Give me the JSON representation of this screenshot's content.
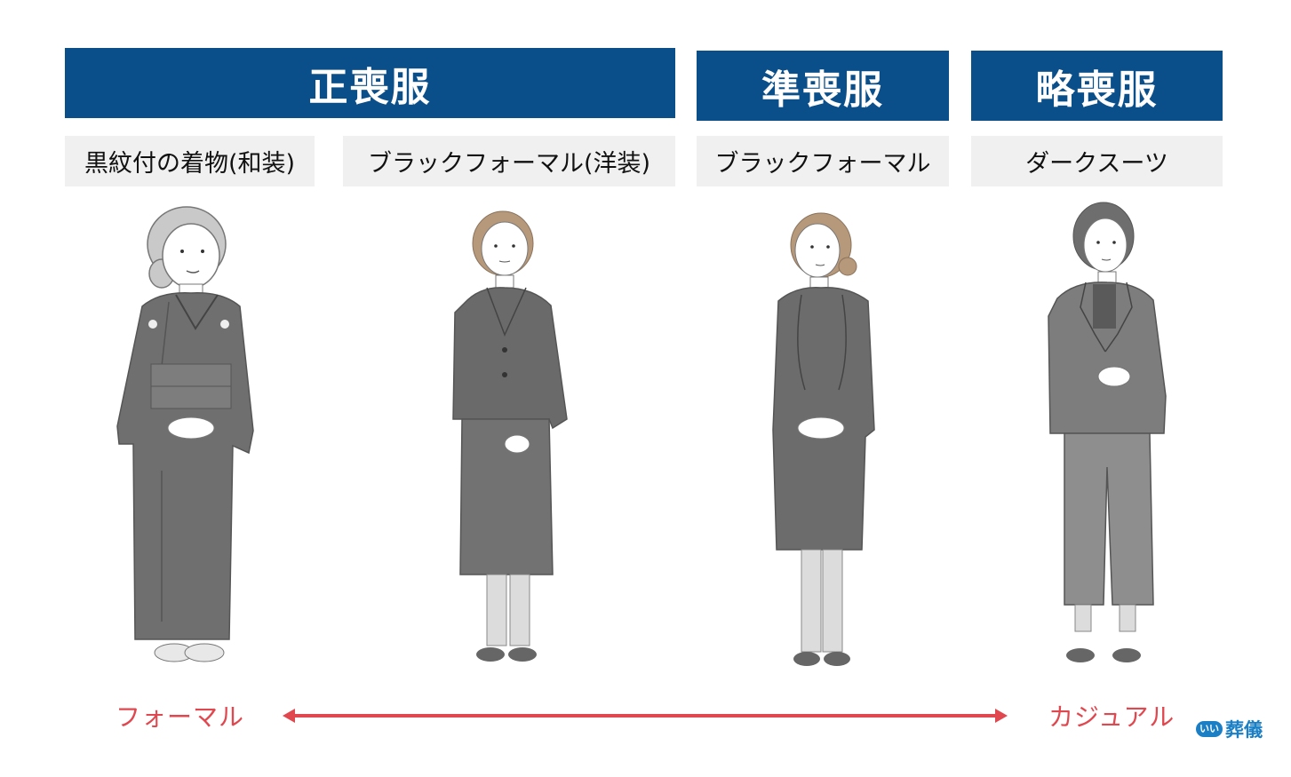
{
  "colors": {
    "header_bg": "#0b4f8a",
    "header_text": "#ffffff",
    "subheader_bg": "#f0f0f1",
    "scale_accent": "#e0474f",
    "logo": "#1a7fc4"
  },
  "categories": [
    {
      "title": "正喪服",
      "items": [
        {
          "label": "黒紋付の着物(和装)",
          "figure": "elderly-woman-black-kimono"
        },
        {
          "label": "ブラックフォーマル(洋装)",
          "figure": "woman-black-formal-jacket-skirt"
        }
      ]
    },
    {
      "title": "準喪服",
      "items": [
        {
          "label": "ブラックフォーマル",
          "figure": "woman-black-formal-dress-bolero"
        }
      ]
    },
    {
      "title": "略喪服",
      "items": [
        {
          "label": "ダークスーツ",
          "figure": "woman-dark-pant-suit"
        }
      ]
    }
  ],
  "scale": {
    "left_label": "フォーマル",
    "right_label": "カジュアル",
    "arrow": "double-headed"
  },
  "logo": {
    "badge": "いい",
    "text": "葬儀"
  }
}
